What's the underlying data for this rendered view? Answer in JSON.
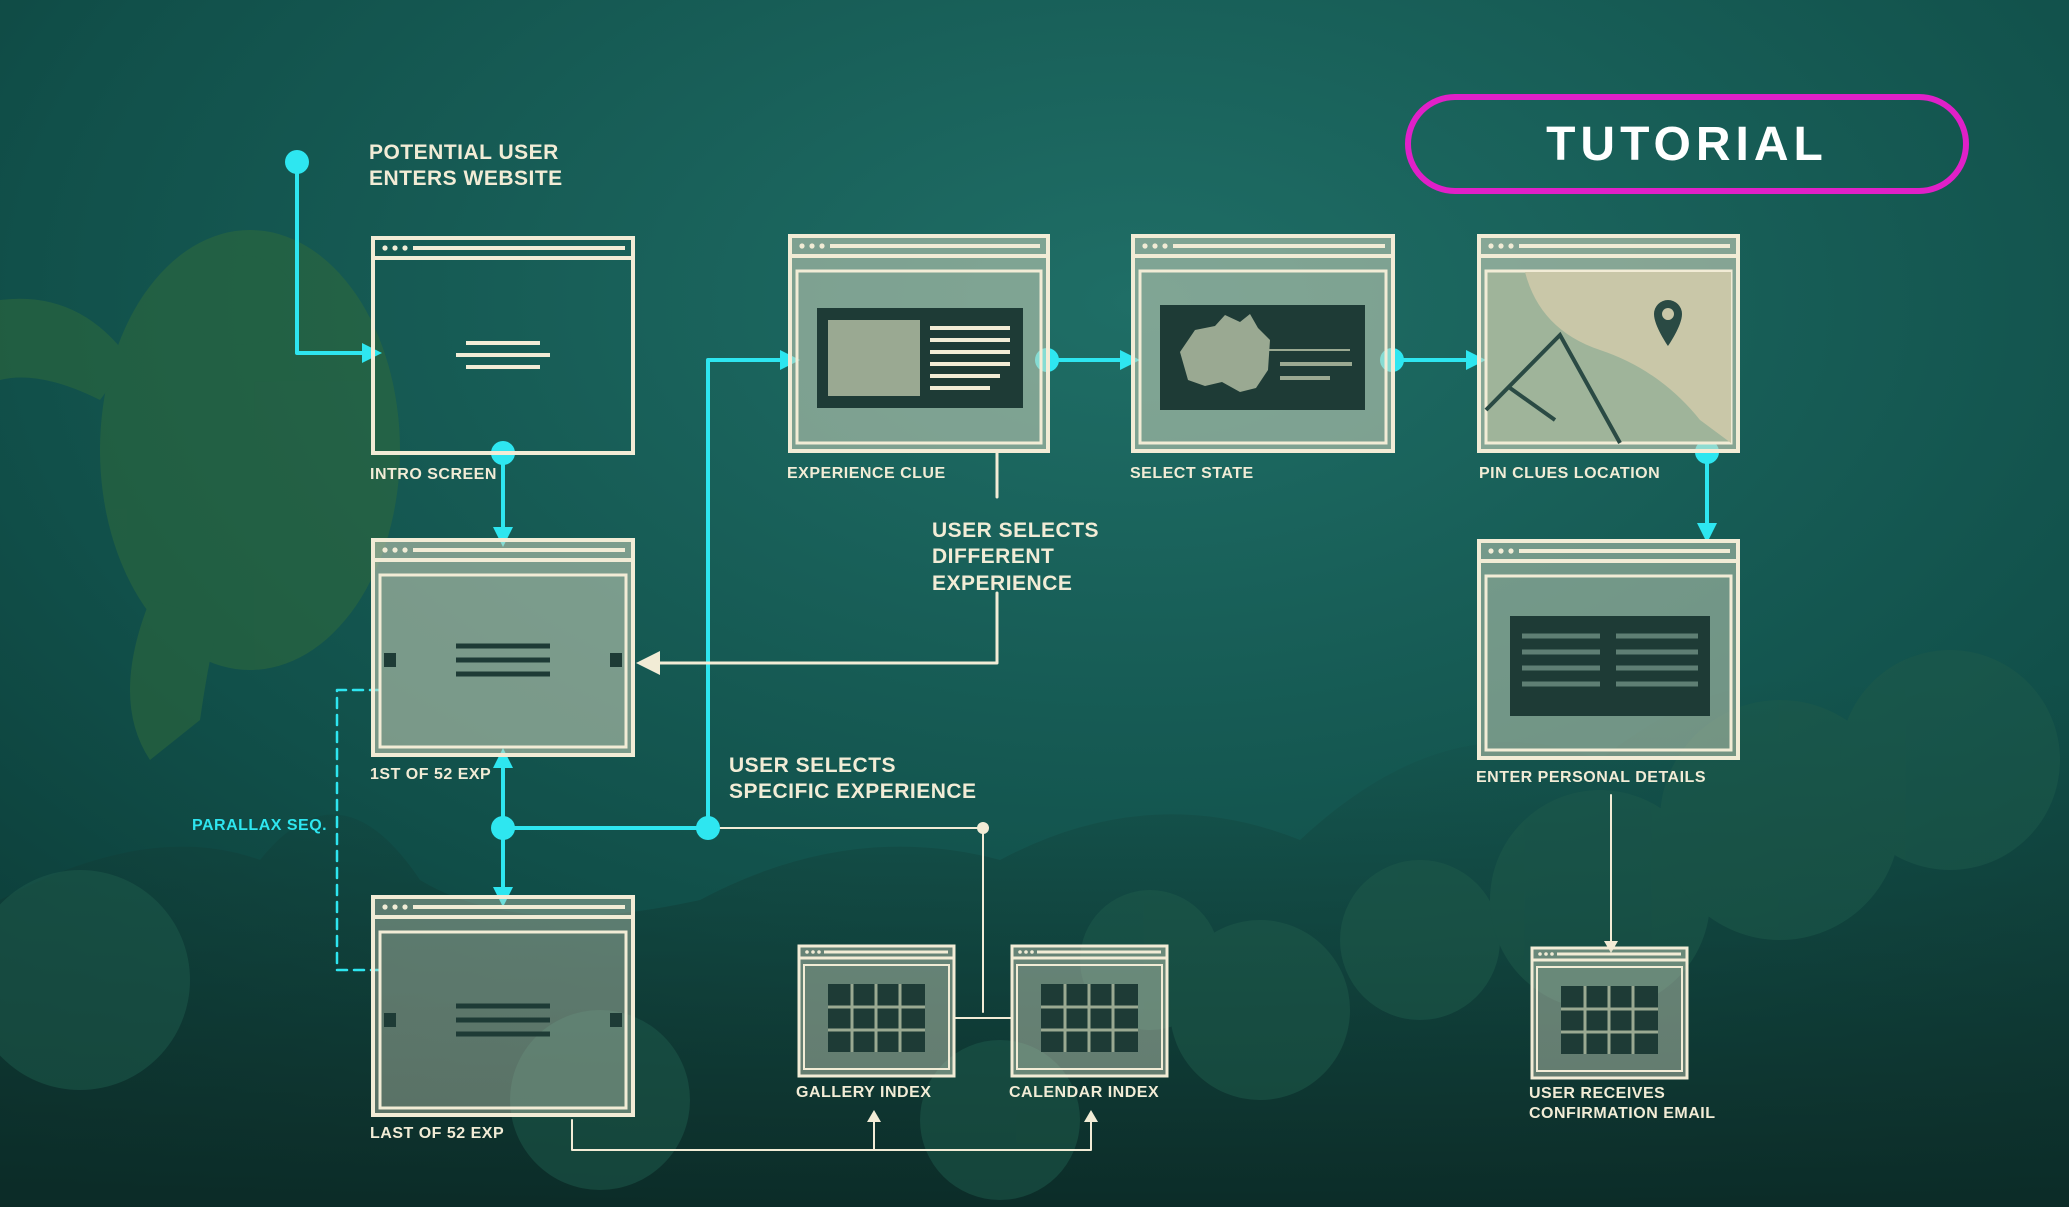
{
  "tutorial_button": {
    "label": "TUTORIAL"
  },
  "labels": {
    "potential_user": "POTENTIAL USER\nENTERS WEBSITE",
    "intro_screen": "INTRO SCREEN",
    "experience_clue": "EXPERIENCE CLUE",
    "select_state": "SELECT STATE",
    "pin_clues_location": "PIN CLUES LOCATION",
    "user_selects_different": "USER SELECTS\nDIFFERENT\nEXPERIENCE",
    "first_exp": "1ST OF 52 EXP",
    "user_selects_specific": "USER SELECTS\nSPECIFIC EXPERIENCE",
    "parallax_seq": "PARALLAX SEQ.",
    "last_exp": "LAST OF 52 EXP",
    "gallery_index": "GALLERY INDEX",
    "calendar_index": "CALENDAR INDEX",
    "enter_personal_details": "ENTER PERSONAL DETAILS",
    "user_receives_email": "USER RECEIVES\nCONFIRMATION EMAIL"
  },
  "colors": {
    "flow_accent": "#2ee6f0",
    "frame_cream": "#f2ecd6",
    "tutorial_border": "#e020c8",
    "background": "#0f4a44"
  },
  "icons": [
    "menu-lines-icon",
    "map-pin-icon",
    "australia-map-icon",
    "grid-icon",
    "arrow-icon"
  ]
}
